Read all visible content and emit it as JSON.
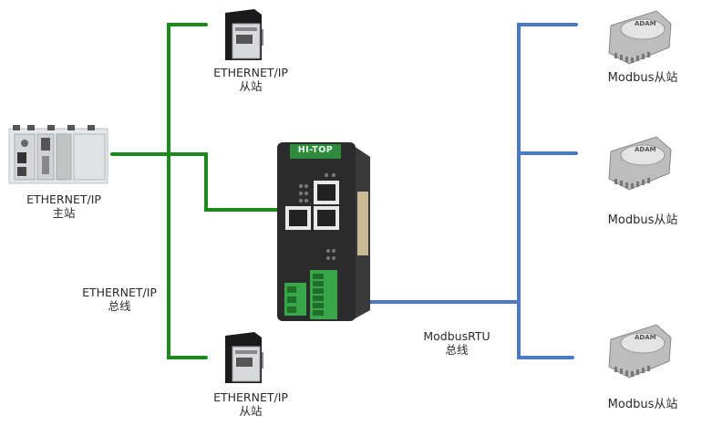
{
  "colors": {
    "ethernet_bus": "#1a8a1a",
    "modbus_bus": "#4a78c4",
    "gateway_body": "#2b2b2b",
    "gateway_logo_bg": "#2e8b3c",
    "terminal_green": "#3aa64a"
  },
  "gateway": {
    "brand_label": "HI-TOP"
  },
  "master": {
    "line1": "ETHERNET/IP",
    "line2": "主站"
  },
  "eip_slave_top": {
    "line1": "ETHERNET/IP",
    "line2": "从站"
  },
  "eip_slave_bottom": {
    "line1": "ETHERNET/IP",
    "line2": "从站"
  },
  "eip_bus": {
    "line1": "ETHERNET/IP",
    "line2": "总线"
  },
  "modbus_bus": {
    "line1": "ModbusRTU",
    "line2": "总线"
  },
  "modbus_slaves": [
    {
      "label": "Modbus从站",
      "module_brand": "ADAM"
    },
    {
      "label": "Modbus从站",
      "module_brand": "ADAM"
    },
    {
      "label": "Modbus从站",
      "module_brand": "ADAM"
    }
  ]
}
